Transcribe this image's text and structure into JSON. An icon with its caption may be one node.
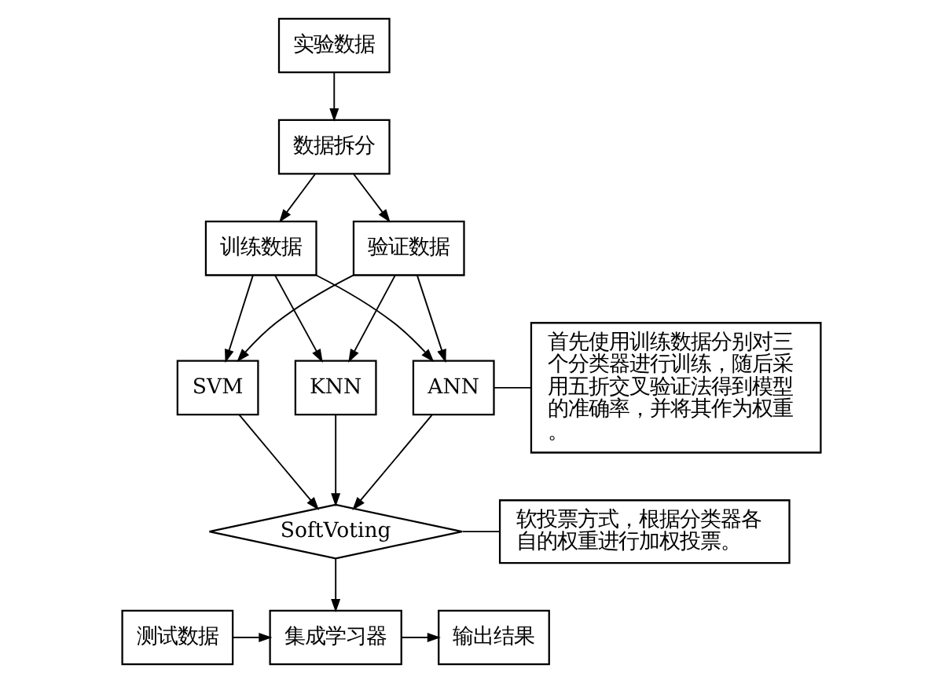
{
  "diagram": {
    "nodes": [
      {
        "text": [
          "实验数据"
        ]
      },
      {
        "text": [
          "数据拆分"
        ]
      },
      {
        "text": [
          "训练数据"
        ]
      },
      {
        "text": [
          "验证数据"
        ]
      },
      {
        "text": [
          "SVM"
        ]
      },
      {
        "text": [
          "KNN"
        ]
      },
      {
        "text": [
          "ANN"
        ]
      },
      {
        "text": [
          "首先使用训练数据分别对三个分类器进行训练，随后采用五折交叉验证法得到模型的准确率，并将其作为权重。"
        ]
      },
      {
        "text": [
          "SoftVoting"
        ]
      },
      {
        "text": [
          "软投票方式，根据分类器各自的权重进行加权投票。"
        ]
      },
      {
        "text": [
          "测试数据"
        ]
      },
      {
        "text": [
          "集成学习器"
        ]
      },
      {
        "text": [
          "输出结果"
        ]
      }
    ],
    "edges": [
      {
        "from": 0,
        "to": 1,
        "arrow": "to"
      },
      {
        "from": 1,
        "to": 2,
        "arrow": "to"
      },
      {
        "from": 1,
        "to": 3,
        "arrow": "to"
      },
      {
        "from": 2,
        "to": 4,
        "arrow": "to"
      },
      {
        "from": 2,
        "to": 5,
        "arrow": "to"
      },
      {
        "from": 2,
        "to": 6,
        "arrow": "to"
      },
      {
        "from": 3,
        "to": 4,
        "arrow": "to"
      },
      {
        "from": 3,
        "to": 5,
        "arrow": "to"
      },
      {
        "from": 3,
        "to": 6,
        "arrow": "to"
      },
      {
        "from": 6,
        "to": 7,
        "arrow": "none"
      },
      {
        "from": 4,
        "to": 8,
        "arrow": "to"
      },
      {
        "from": 5,
        "to": 8,
        "arrow": "to"
      },
      {
        "from": 6,
        "to": 8,
        "arrow": "to"
      },
      {
        "from": 8,
        "to": 9,
        "arrow": "none"
      },
      {
        "from": 8,
        "to": 11,
        "arrow": "to"
      },
      {
        "from": 10,
        "to": 11,
        "arrow": "to"
      },
      {
        "from": 11,
        "to": 12,
        "arrow": "to"
      }
    ]
  }
}
